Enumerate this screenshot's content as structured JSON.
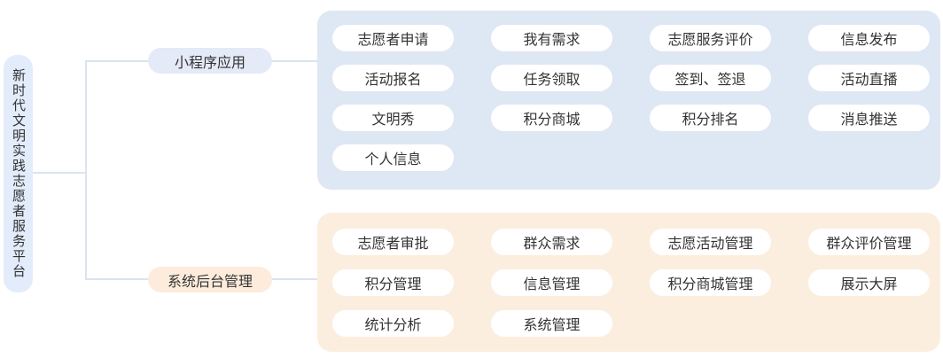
{
  "root": {
    "label": "新时代文明实践志愿者服务平台"
  },
  "branches": [
    {
      "label": "小程序应用",
      "rows": [
        [
          "志愿者申请",
          "我有需求",
          "志愿服务评价",
          "信息发布"
        ],
        [
          "活动报名",
          "任务领取",
          "签到、签退",
          "活动直播"
        ],
        [
          "文明秀",
          "积分商城",
          "积分排名",
          "消息推送"
        ],
        [
          "个人信息"
        ]
      ]
    },
    {
      "label": "系统后台管理",
      "rows": [
        [
          "志愿者审批",
          "群众需求",
          "志愿活动管理",
          "群众评价管理"
        ],
        [
          "积分管理",
          "信息管理",
          "积分商城管理",
          "展示大屏"
        ],
        [
          "统计分析",
          "系统管理"
        ]
      ]
    }
  ],
  "colors": {
    "root-bg": "#e3ecfb",
    "branch1-bg": "#e4eaf7",
    "branch2-bg": "#fdecdc",
    "panel1-bg": "#dee7f4",
    "panel2-bg": "#fceedf",
    "pill-bg": "#ffffff",
    "line": "#dce3f0",
    "text": "#333333"
  }
}
